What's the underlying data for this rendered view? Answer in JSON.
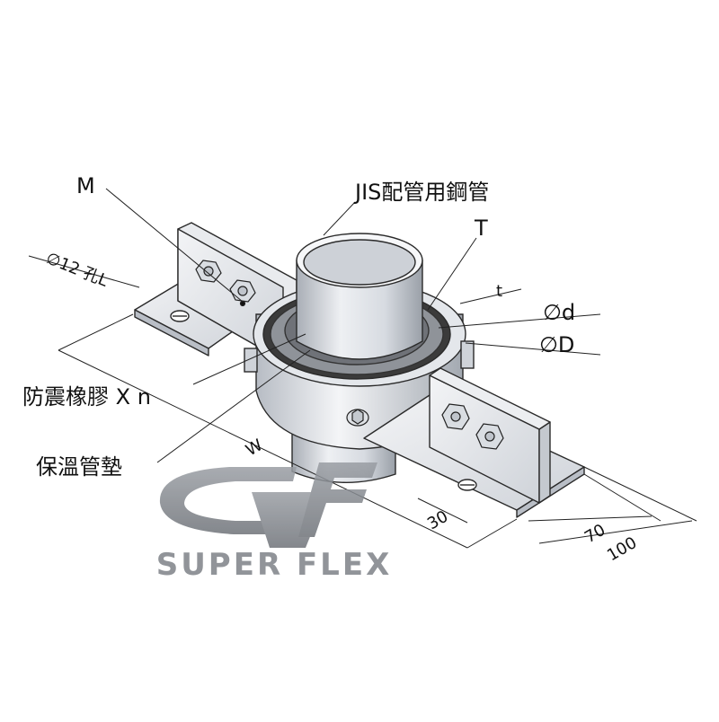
{
  "labels": {
    "bolt": "M",
    "pipe": "JIS配管用鋼管",
    "thickness_upper": "T",
    "thickness_lower": "t",
    "inner_diameter": "∅d",
    "outer_diameter": "∅D",
    "hole": "∅12 孔L",
    "rubber": "防震橡膠 X n",
    "insulation": "保溫管墊",
    "width": "W"
  },
  "dimensions": {
    "d30": "30",
    "d70": "70",
    "d100": "100"
  },
  "brand": {
    "monogram": "SF",
    "name": "SUPER FLEX"
  },
  "colors": {
    "metal_light": "#f0f2f5",
    "metal_mid": "#c9ced6",
    "metal_dark": "#8c939c",
    "rubber": "#3a3a3a",
    "logo": "#8a8e94"
  }
}
